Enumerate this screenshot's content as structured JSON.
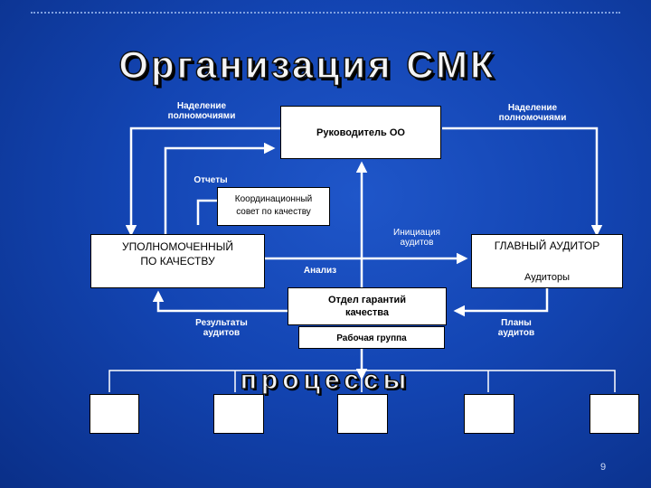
{
  "title": "Организация СМК",
  "labels": {
    "delegation_left": "Наделение\nполномочиями",
    "delegation_right": "Наделение\nполномочиями",
    "reports": "Отчеты",
    "audit_initiation": "Инициация\nаудитов",
    "analysis": "Анализ",
    "audit_results": "Результаты\nаудитов",
    "audit_plans": "Планы\nаудитов"
  },
  "boxes": {
    "head": "Руководитель ОО",
    "council": "Координационный\nсовет по качеству",
    "authorized": "УПОЛНОМОЧЕННЫЙ\nПО КАЧЕСТВУ",
    "chief_auditor": "ГЛАВНЫЙ АУДИТОР",
    "auditors": "Аудиторы",
    "qa_dept": "Отдел гарантий\nкачества",
    "work_group": "Рабочая группа"
  },
  "processes_title": "процессы",
  "page_number": "9"
}
